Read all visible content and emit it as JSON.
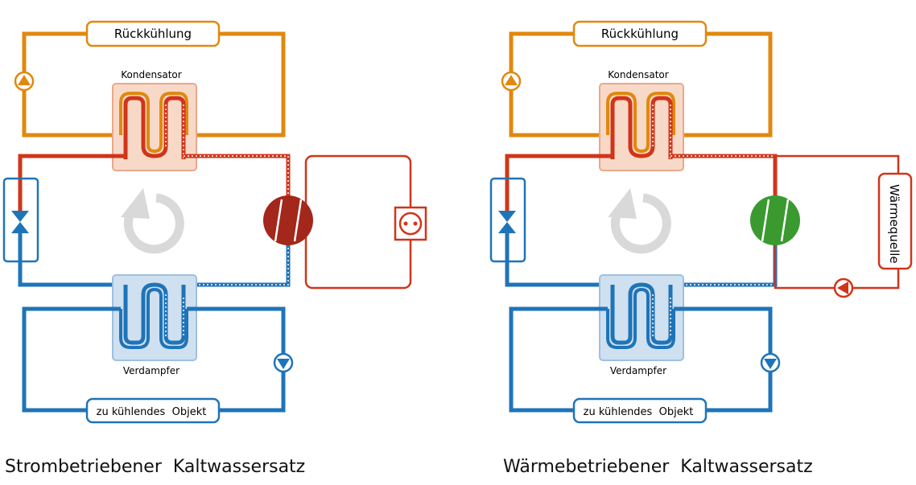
{
  "colors": {
    "orange": "#e0880f",
    "red": "#d0351a",
    "blue": "#1f74b8",
    "condenser_fill": "#f8d9c8",
    "evaporator_fill": "#cfe0f0",
    "compressor_electric": "#a3271a",
    "compressor_thermal": "#3a9a30",
    "cycle_arrow": "#d9d9d9"
  },
  "left": {
    "top_box": "Rückkühlung",
    "condenser": "Kondensator",
    "evaporator": "Verdampfer",
    "bottom_box": "zu kühlendes  Objekt",
    "caption": "Strombetriebener  Kaltwassersatz",
    "power_icon": "power-socket-icon"
  },
  "right": {
    "top_box": "Rückkühlung",
    "condenser": "Kondensator",
    "evaporator": "Verdampfer",
    "bottom_box": "zu kühlendes  Objekt",
    "heat_source": "Wärmequelle",
    "caption": "Wärmebetriebener  Kaltwassersatz"
  }
}
